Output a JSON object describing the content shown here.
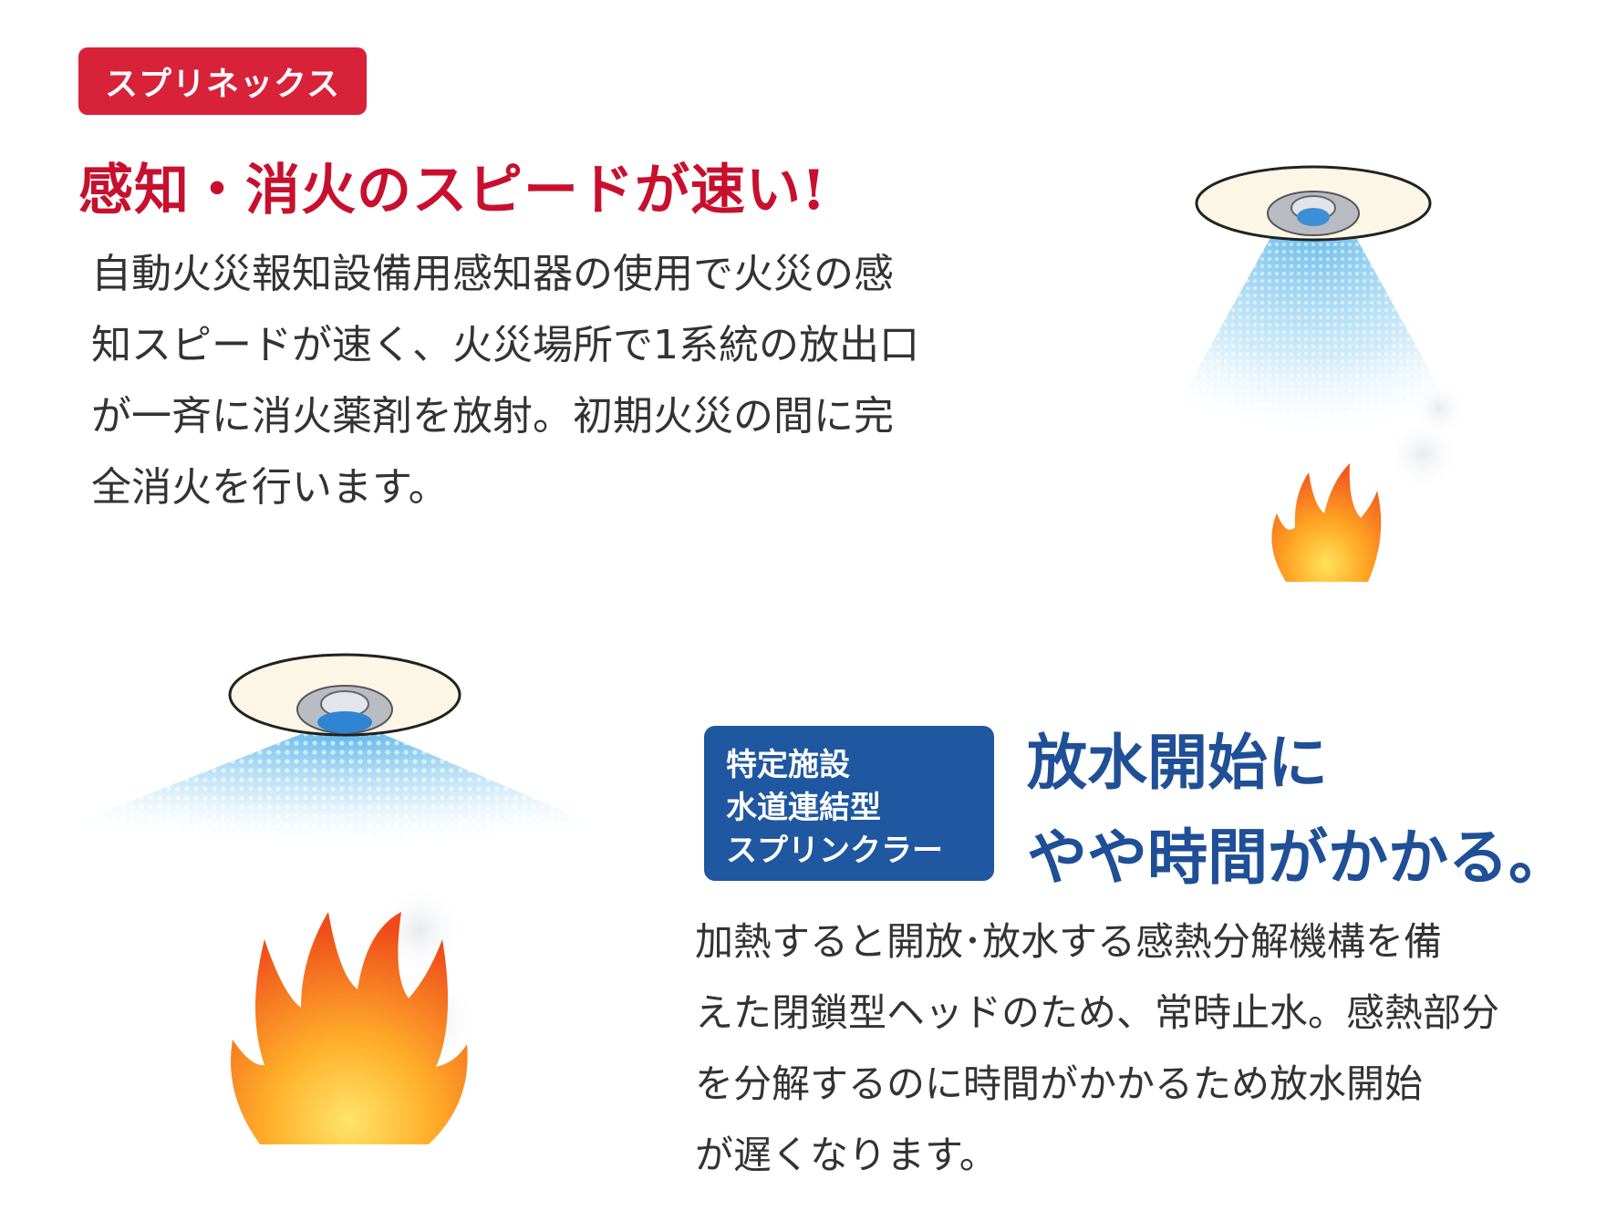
{
  "section1": {
    "badge": "スプリネックス",
    "headline": "感知・消火のスピードが速い!",
    "body_lines": [
      "自動火災報知設備用感知器の使用で火災の感",
      "知スピードが速く、火災場所で1系統の放出口",
      "が一斉に消火薬剤を放射。初期火災の間に完",
      "全消火を行います。"
    ]
  },
  "section2": {
    "badge_lines": [
      "特定施設",
      "水道連結型",
      "スプリンクラー"
    ],
    "headline_lines": [
      "放水開始に",
      "やや時間がかかる。"
    ],
    "body_lines": [
      "加熱すると開放･放水する感熱分解機構を備",
      "えた閉鎖型ヘッドのため、常時止水。感熱部分",
      "を分解するのに時間がかかるため放水開始",
      "が遅くなります。"
    ]
  },
  "colors": {
    "red_accent": "#d8223a",
    "blue_accent": "#1f57a0",
    "water": "#7cc6ec",
    "flame_outer": "#f2571e",
    "flame_inner": "#ffd23a"
  }
}
